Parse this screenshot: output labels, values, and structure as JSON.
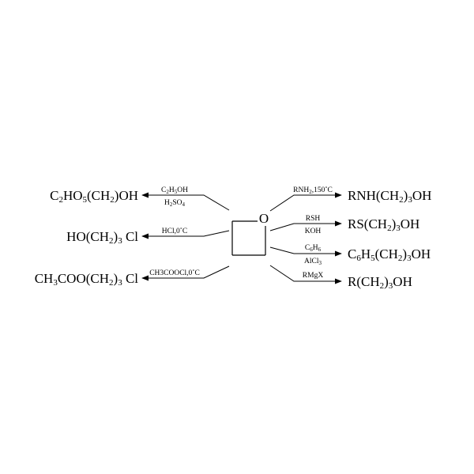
{
  "reactant": {
    "ring_atom": "O"
  },
  "reactions": [
    {
      "id": "ethanol",
      "side": "left",
      "reagent_above": [
        "C",
        "2",
        "H",
        "5",
        "OH"
      ],
      "reagent_below": [
        "H",
        "2",
        "SO",
        "4",
        ""
      ],
      "product": [
        "C",
        "2",
        "HO",
        "5",
        "(CH",
        "2",
        ")OH"
      ]
    },
    {
      "id": "hcl",
      "side": "left",
      "reagent_above": "HCl,0˚C",
      "product": [
        "HO(CH",
        "2",
        ")",
        "3",
        " Cl"
      ]
    },
    {
      "id": "acetyl-chloride",
      "side": "left",
      "reagent_above": "CH3COOCl,0˚C",
      "product": [
        "CH",
        "3",
        "COO(CH",
        "2",
        ")",
        "3",
        " Cl"
      ]
    },
    {
      "id": "amine",
      "side": "right",
      "reagent_above": [
        "RNH",
        "2",
        ",150˚C"
      ],
      "product": [
        "RNH(CH",
        "2",
        ")",
        "3",
        "OH"
      ]
    },
    {
      "id": "thiol",
      "side": "right",
      "reagent_above": "RSH",
      "reagent_below": "KOH",
      "product": [
        "RS(CH",
        "2",
        ")",
        "3",
        "OH"
      ]
    },
    {
      "id": "benzene",
      "side": "right",
      "reagent_above": [
        "C",
        "6",
        "H",
        "6",
        ""
      ],
      "reagent_below": [
        "AlCl",
        "3",
        ""
      ],
      "product": [
        "C",
        "6",
        "H",
        "5",
        "(CH",
        "2",
        ")",
        "3",
        "OH"
      ]
    },
    {
      "id": "grignard",
      "side": "right",
      "reagent_above": "RMgX",
      "product": [
        "R(CH",
        "2",
        ")",
        "3",
        "OH"
      ]
    }
  ]
}
